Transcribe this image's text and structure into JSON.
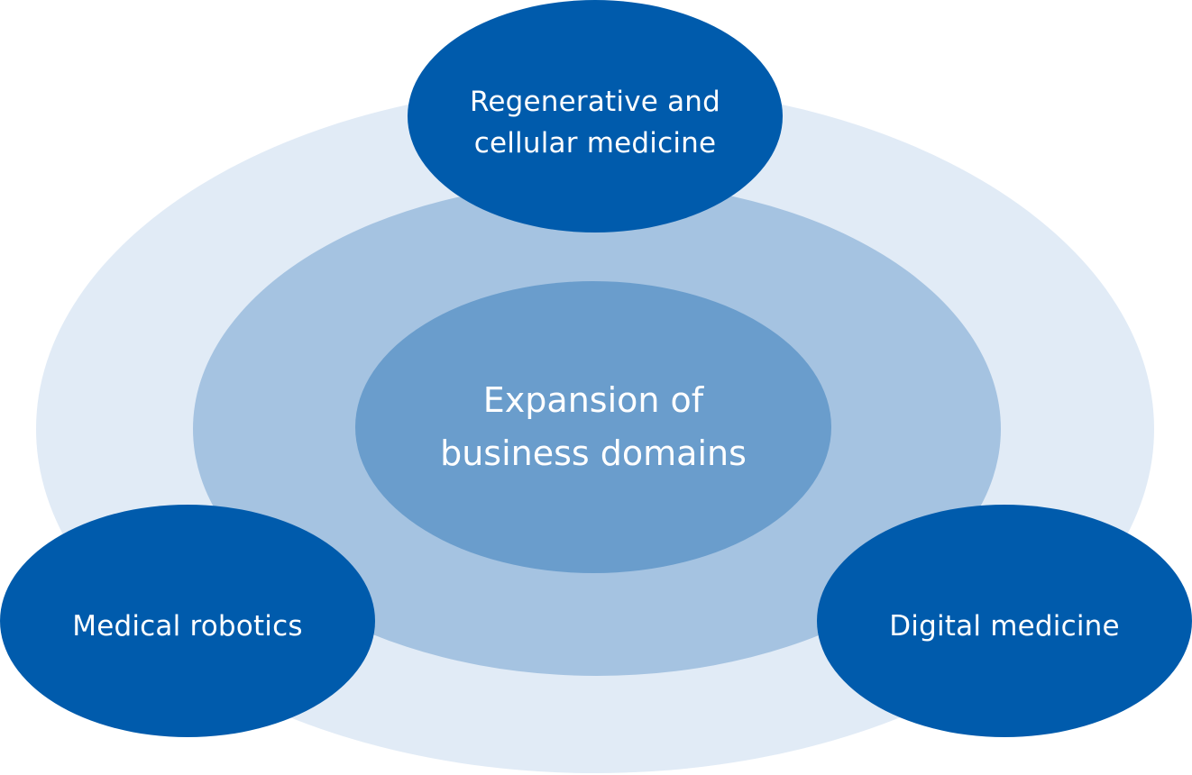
{
  "diagram": {
    "center": {
      "line1": "Expansion of",
      "line2": "business domains"
    },
    "nodes": {
      "top": {
        "line1": "Regenerative and",
        "line2": "cellular medicine"
      },
      "left": {
        "label": "Medical robotics"
      },
      "right": {
        "label": "Digital medicine"
      }
    }
  },
  "colors": {
    "outer_ring": "#e1ebf6",
    "middle_ring": "#a5c3e1",
    "inner_core": "#6a9dcc",
    "node": "#005bac",
    "text": "#ffffff"
  }
}
